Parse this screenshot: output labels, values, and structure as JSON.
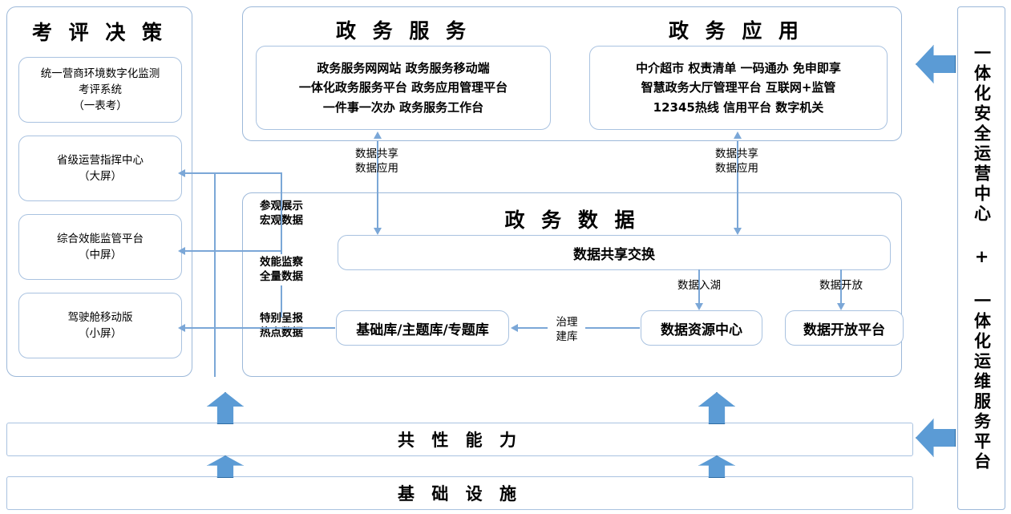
{
  "diagram": {
    "title_note": "政务服务一体化总体架构图",
    "colors": {
      "border": "#9cb8d9",
      "inner_border": "#a9c2e0",
      "connector": "#7ba7d7",
      "block_arrow_fill": "#5b9bd5",
      "block_arrow_stroke": "#2e6da4",
      "background": "#ffffff"
    }
  },
  "left_panel": {
    "title": "考 评 决 策",
    "items": [
      {
        "line1": "统一营商环境数字化监测",
        "line2": "考评系统",
        "line3": "（一表考）"
      },
      {
        "line1": "省级运营指挥中心",
        "line2": "（大屏）",
        "line3": ""
      },
      {
        "line1": "综合效能监管平台",
        "line2": "（中屏）",
        "line3": ""
      },
      {
        "line1": "驾驶舱移动版",
        "line2": "（小屏）",
        "line3": ""
      }
    ]
  },
  "top_panel": {
    "service": {
      "title": "政 务 服 务",
      "lines": [
        "政务服务网网站 政务服务移动端",
        "一体化政务服务平台 政务应用管理平台",
        "一件事一次办 政务服务工作台"
      ]
    },
    "application": {
      "title": "政 务 应 用",
      "lines": [
        "中介超市 权责清单 一码通办 免申即享",
        "智慧政务大厅管理平台 互联网+监管",
        "12345热线 信用平台 数字机关"
      ]
    }
  },
  "data_panel": {
    "title": "政 务 数 据",
    "exchange_box": "数据共享交换",
    "repository_box": "基础库/主题库/专题库",
    "resource_center_box": "数据资源中心",
    "open_platform_box": "数据开放平台",
    "side_labels": [
      {
        "line1": "参观展示",
        "line2": "宏观数据"
      },
      {
        "line1": "效能监察",
        "line2": "全量数据"
      },
      {
        "line1": "特别呈报",
        "line2": "热点数据"
      }
    ],
    "edge_labels": {
      "share_to_service": {
        "line1": "数据共享",
        "line2": "数据应用"
      },
      "share_to_application": {
        "line1": "数据共享",
        "line2": "数据应用"
      },
      "into_lake": "数据入湖",
      "open_data": "数据开放",
      "govern_build": {
        "line1": "治理",
        "line2": "建库"
      }
    }
  },
  "bottom_bars": [
    {
      "label": "共 性 能 力"
    },
    {
      "label": "基 础 设 施"
    }
  ],
  "right_rail": {
    "label": "一体化安全运营中心 + 一体化运维服务平台"
  }
}
